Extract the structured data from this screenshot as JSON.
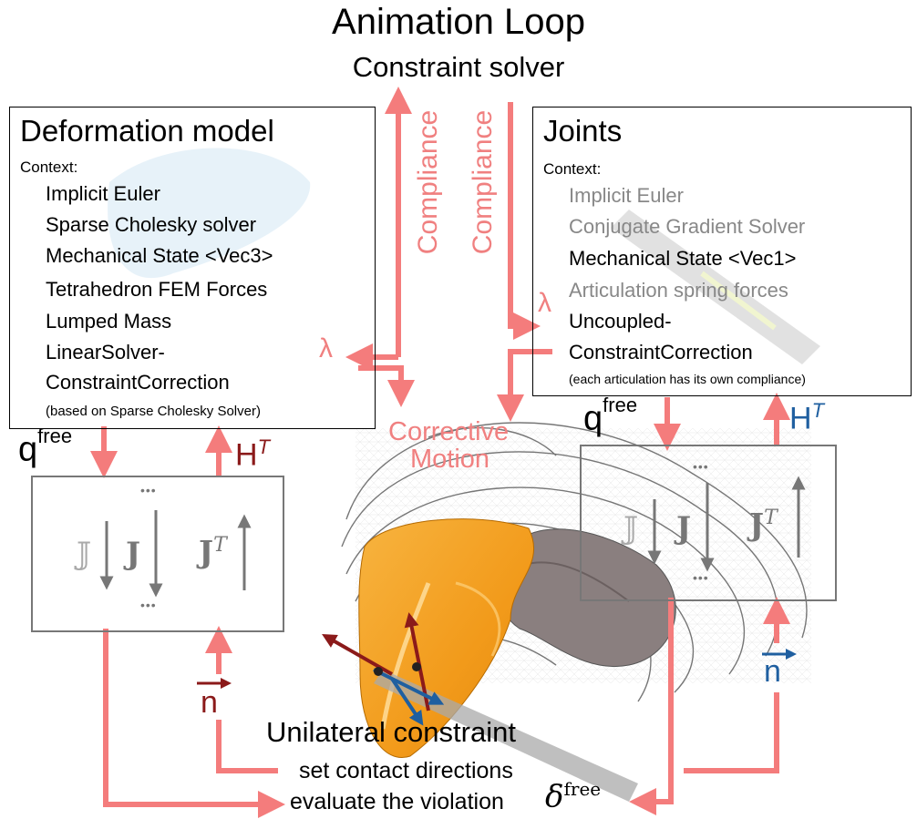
{
  "header": {
    "title": "Animation Loop",
    "subtitle": "Constraint solver"
  },
  "deformation": {
    "title": "Deformation model",
    "context_label": "Context:",
    "items": [
      "Implicit Euler",
      "Sparse Cholesky solver",
      "Mechanical State <Vec3>",
      "Tetrahedron FEM Forces",
      "Lumped Mass",
      "LinearSolver-",
      "ConstraintCorrection"
    ],
    "note": "(based on Sparse Cholesky Solver)"
  },
  "joints": {
    "title": "Joints",
    "context_label": "Context:",
    "items_gray": [
      "Implicit Euler",
      "Conjugate Gradient Solver"
    ],
    "item_black": "Mechanical State <Vec1>",
    "item_gray2": "Articulation spring forces",
    "items_black2": [
      "Uncoupled-",
      "ConstraintCorrection"
    ],
    "note": "(each articulation has its own compliance)"
  },
  "labels": {
    "compliance": "Compliance",
    "lambda": "λ",
    "corrective_1": "Corrective",
    "corrective_2": "Motion",
    "q": "q",
    "q_sup": "free",
    "h": "H",
    "h_sup": "T",
    "n": "n",
    "dots": "•••",
    "jj": "𝕁",
    "j": "J",
    "jt": "J",
    "jt_sup": "T"
  },
  "bottom": {
    "title": "Unilateral constraint",
    "line1": "set contact directions",
    "line2": "evaluate the violation",
    "delta": "δ",
    "delta_sup": "free"
  },
  "colors": {
    "arrow": "#f47c7c",
    "gray_arrow": "#777777",
    "dark_red": "#8b1a1a",
    "blue": "#1f5fa0",
    "organ_orange": "#f5a623"
  }
}
